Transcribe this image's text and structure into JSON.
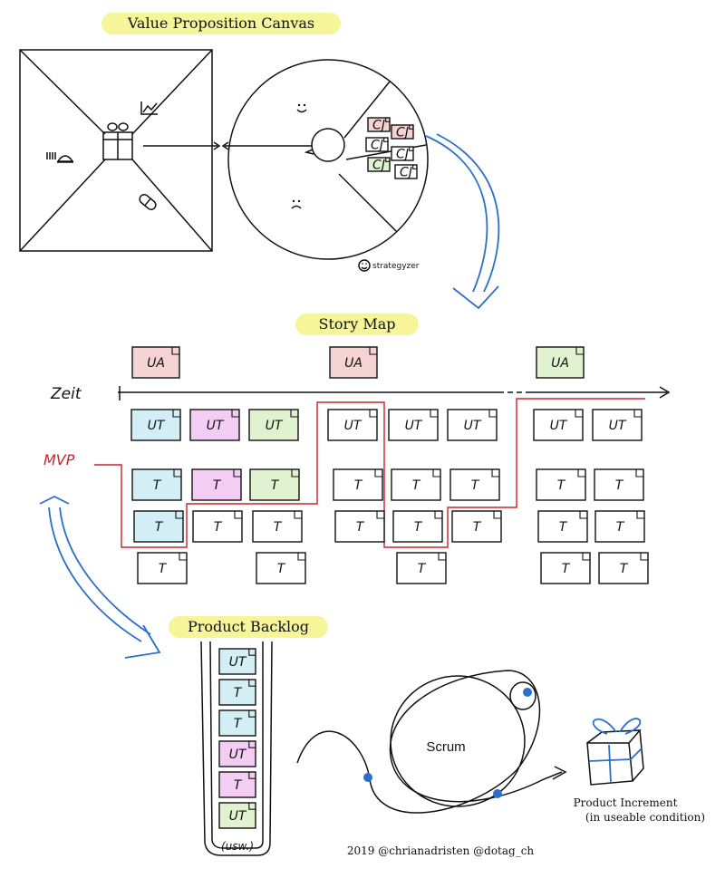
{
  "sections": {
    "vpc_title": "Value Proposition Canvas",
    "story_map_title": "Story Map",
    "backlog_title": "Product Backlog"
  },
  "vpc": {
    "brand": "strategyzer",
    "customer_job_label": "CJ"
  },
  "story_map": {
    "timeline_label": "Zeit",
    "mvp_label": "MVP",
    "activity_label": "UA",
    "story_label": "UT",
    "task_label": "T"
  },
  "backlog": {
    "item_labels": [
      "UT",
      "T",
      "T",
      "UT",
      "T",
      "UT"
    ],
    "more_label": "(usw.)"
  },
  "scrum": {
    "label": "Scrum",
    "increment_line1": "Product Increment",
    "increment_line2": "(in useable condition)"
  },
  "footer": {
    "credit": "2019 @chrianadristen @dotag_ch"
  },
  "colors": {
    "highlight": "#f7f59a",
    "pink": "#f6d3d3",
    "blue": "#d3eef5",
    "magenta": "#f3cdf3",
    "green": "#e0f2cf",
    "white": "#ffffff",
    "mvp_line": "#c8232c",
    "arrow": "#2a6fc9"
  }
}
